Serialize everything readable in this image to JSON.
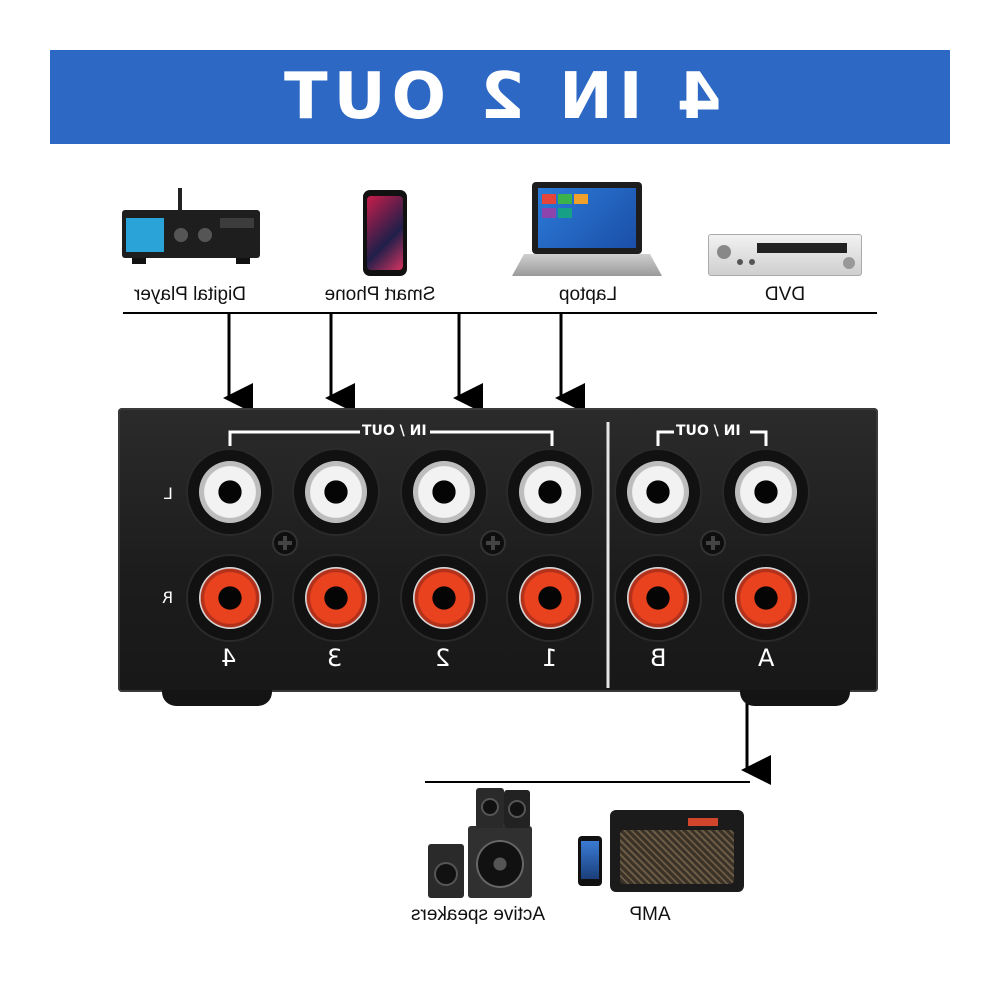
{
  "banner": {
    "title": "4 IN 2 OUT",
    "color": "#2d68c4"
  },
  "sources": [
    {
      "label": "Digital Player",
      "icon": "digital-player-icon"
    },
    {
      "label": "Smart Phone",
      "icon": "smartphone-icon"
    },
    {
      "label": "Laptop",
      "icon": "laptop-icon"
    },
    {
      "label": "DVD",
      "icon": "dvd-player-icon"
    }
  ],
  "device": {
    "input_group_label": "IN / OUT",
    "output_group_label": "IN / OUT",
    "row_left_label": "L",
    "row_right_label": "R",
    "input_numbers": [
      "4",
      "3",
      "2",
      "1"
    ],
    "output_letters": [
      "B",
      "A"
    ],
    "jack_colors": {
      "left": "#f2f2f2",
      "right": "#e8421f"
    }
  },
  "outputs": [
    {
      "label": "Active speakers",
      "icon": "active-speakers-icon"
    },
    {
      "label": "AMP",
      "icon": "amp-speaker-icon"
    }
  ]
}
